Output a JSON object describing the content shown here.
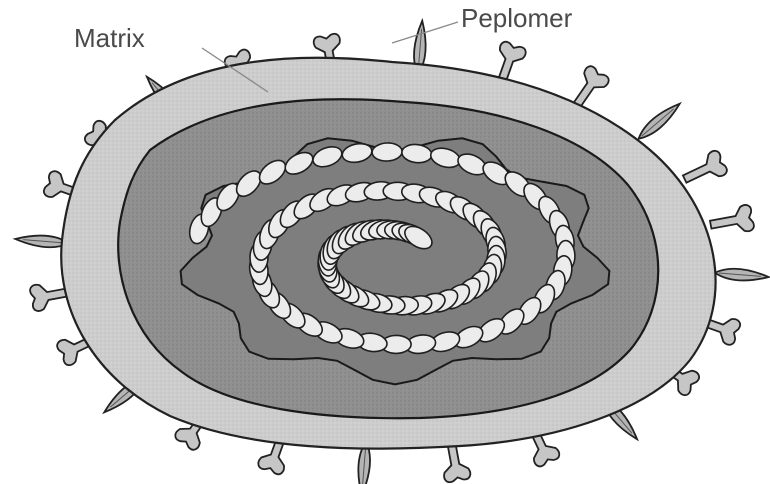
{
  "labels": {
    "matrix": "Matrix",
    "peplomer": "Peplomer"
  },
  "colors": {
    "outer_layer": "#c9c9c9",
    "inner_layer": "#8c8c8c",
    "capsule": "#e6e6e6",
    "outline": "#1f1f1f",
    "spike": "#bdbdbd",
    "label_text": "#4a4a4a"
  },
  "icons": [
    "virus-particle-illustration"
  ]
}
